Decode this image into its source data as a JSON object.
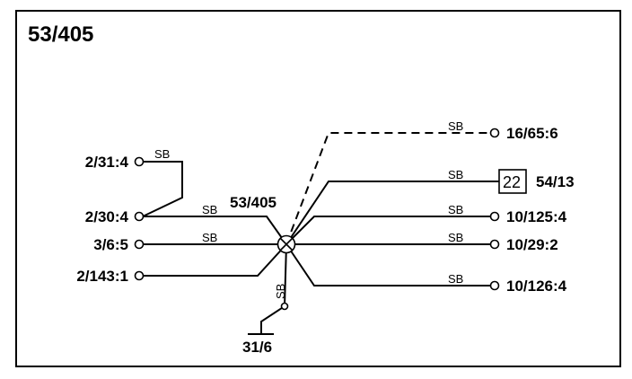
{
  "title": "53/405",
  "junction": {
    "label": "53/405"
  },
  "ground": {
    "label": "31/6",
    "wire_label": "SB"
  },
  "left_connections": [
    {
      "id": "2-31-4",
      "label": "2/31:4",
      "wire_label": "SB"
    },
    {
      "id": "2-30-4",
      "label": "2/30:4",
      "wire_label": "SB"
    },
    {
      "id": "3-6-5",
      "label": "3/6:5",
      "wire_label": "SB"
    },
    {
      "id": "2-143-1",
      "label": "2/143:1",
      "wire_label": ""
    }
  ],
  "right_connections": [
    {
      "id": "16-65-6",
      "label": "16/65:6",
      "wire_label": "SB",
      "style": "dashed"
    },
    {
      "id": "54-13",
      "label": "54/13",
      "wire_label": "SB",
      "box_text": "22"
    },
    {
      "id": "10-125-4",
      "label": "10/125:4",
      "wire_label": "SB"
    },
    {
      "id": "10-29-2",
      "label": "10/29:2",
      "wire_label": "SB"
    },
    {
      "id": "10-126-4",
      "label": "10/126:4",
      "wire_label": "SB"
    }
  ]
}
